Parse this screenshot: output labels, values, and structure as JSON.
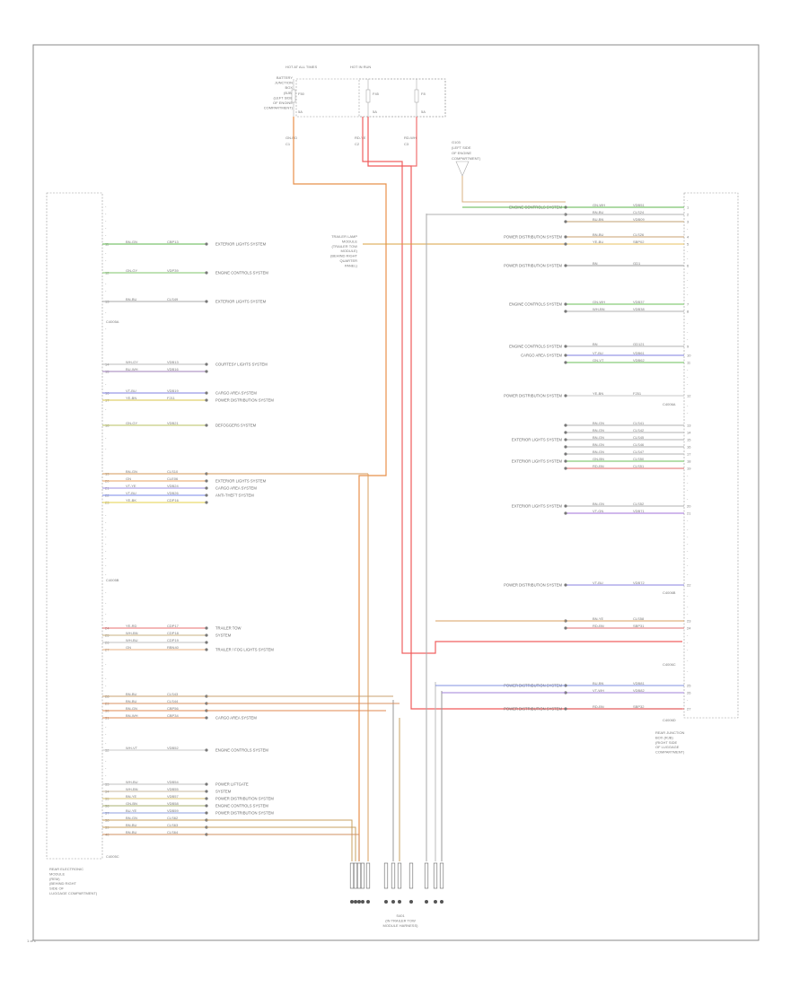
{
  "diagram": {
    "footer_code": "1 of 1",
    "fuse_box": {
      "header_left": "HOT AT ALL TIMES",
      "header_right": "HOT IN RUN",
      "left_labels": [
        "BATTERY",
        "JUNCTION",
        "BOX",
        "(BJB)",
        "(LEFT SIDE",
        "OF ENGINE",
        "COMPARTMENT)"
      ],
      "fuses": [
        {
          "line1": "F50",
          "line2": "5A"
        },
        {
          "line1": "F45",
          "line2": "5A"
        },
        {
          "line1": "F8",
          "line2": "5A"
        }
      ]
    },
    "wire_codes": [
      {
        "line1": "GN-RD",
        "line2": "C1"
      },
      {
        "line1": "RD-YE",
        "line2": "C2"
      },
      {
        "line1": "RD-WH",
        "line2": "C3"
      }
    ],
    "ground_ref": {
      "line1": "G103",
      "line2": "(LEFT SIDE",
      "line3": "OF ENGINE",
      "line4": "COMPARTMENT)"
    },
    "left_module": {
      "name_lines": [
        "REAR ELECTRONIC",
        "MODULE",
        "(REM)",
        "(BEHIND RIGHT",
        "SIDE OF",
        "LUGGAGE COMPARTMENT)"
      ],
      "connectors": [
        "C4005A",
        "C4005B",
        "C4005C"
      ],
      "rows": [
        {
          "pin": "11",
          "wire": "BN-GN",
          "circuit": "CBP13",
          "color": "#5db44b",
          "label": "EXTERIOR LIGHTS SYSTEM"
        },
        {
          "pin": "12",
          "wire": "GN-GY",
          "circuit": "VDP39",
          "color": "#7fc46a",
          "label": "ENGINE CONTROLS SYSTEM"
        },
        {
          "pin": "13",
          "wire": "BN-BU",
          "circuit": "CLS49",
          "color": "#aaaaaa",
          "label": "EXTERIOR LIGHTS SYSTEM"
        },
        {
          "pin": "14",
          "wire": "WH-GY",
          "circuit": "VDB13",
          "color": "#bbbbbb",
          "label": "COURTESY LIGHTS SYSTEM"
        },
        {
          "pin": "15",
          "wire": "BU-WH",
          "circuit": "VDB16",
          "color": "#9f7fb8",
          "label": ""
        },
        {
          "pin": "16",
          "wire": "VT-BU",
          "circuit": "VDB19",
          "color": "#7f7fe0",
          "label": "CARGO AREA SYSTEM"
        },
        {
          "pin": "17",
          "wire": "YE-BN",
          "circuit": "F211",
          "color": "#d8c44a",
          "label": "POWER DISTRIBUTION SYSTEM"
        },
        {
          "pin": "18",
          "wire": "GN-GY",
          "circuit": "VDB21",
          "color": "#b8c060",
          "label": "DEFOGGERS SYSTEM"
        },
        {
          "pin": "19",
          "wire": "BN-GN",
          "circuit": "CLS10",
          "color": "#d49a5a",
          "label": ""
        },
        {
          "pin": "20",
          "wire": "GN",
          "circuit": "CLE06",
          "color": "#e8a060",
          "label": "EXTERIOR LIGHTS SYSTEM"
        },
        {
          "pin": "21",
          "wire": "VT-YE",
          "circuit": "VDB24",
          "color": "#9c8fe0",
          "label": "CARGO AREA SYSTEM"
        },
        {
          "pin": "22",
          "wire": "VT-BU",
          "circuit": "VDB26",
          "color": "#7a8ae8",
          "label": "ANTI-THEFT SYSTEM"
        },
        {
          "pin": "23",
          "wire": "YE-BK",
          "circuit": "CDP16",
          "color": "#e6d24a",
          "label": ""
        },
        {
          "pin": "24",
          "wire": "YE-RD",
          "circuit": "CDP17",
          "color": "#e87070",
          "label": "TRAILER TOW"
        },
        {
          "pin": "25",
          "wire": "WH-BN",
          "circuit": "CDP18",
          "color": "#c8b080",
          "label": "SYSTEM"
        },
        {
          "pin": "26",
          "wire": "WH-BU",
          "circuit": "CDP19",
          "color": "#c0c0c0",
          "label": ""
        },
        {
          "pin": "27",
          "wire": "GN",
          "circuit": "RBN40",
          "color": "#e8b080",
          "label": "TRAILER / FOG LIGHTS SYSTEM"
        },
        {
          "pin": "28",
          "wire": "BN-BU",
          "circuit": "CLS43",
          "color": "#c8a070",
          "label": ""
        },
        {
          "pin": "29",
          "wire": "BN-BU",
          "circuit": "CLS44",
          "color": "#d89060",
          "label": ""
        },
        {
          "pin": "30",
          "wire": "BN-GN",
          "circuit": "CBP56",
          "color": "#e08a50",
          "label": ""
        },
        {
          "pin": "31",
          "wire": "BN-WH",
          "circuit": "CBP34",
          "color": "#e08a50",
          "label": "CARGO AREA SYSTEM"
        },
        {
          "pin": "32",
          "wire": "WH-VT",
          "circuit": "VDB52",
          "color": "#c8c8c8",
          "label": "ENGINE CONTROLS SYSTEM"
        },
        {
          "pin": "33",
          "wire": "WH-BU",
          "circuit": "VDB54",
          "color": "#c0c0c0",
          "label": "POWER LIFTGATE"
        },
        {
          "pin": "34",
          "wire": "WH-BN",
          "circuit": "VDB55",
          "color": "#c8b8a0",
          "label": "SYSTEM"
        },
        {
          "pin": "35",
          "wire": "BN-YE",
          "circuit": "VDB57",
          "color": "#d8c070",
          "label": "POWER DISTRIBUTION SYSTEM"
        },
        {
          "pin": "36",
          "wire": "GN-BN",
          "circuit": "VDB58",
          "color": "#a8b070",
          "label": "ENGINE CONTROLS SYSTEM"
        },
        {
          "pin": "37",
          "wire": "BU-YE",
          "circuit": "VDB59",
          "color": "#8f9fe0",
          "label": "POWER DISTRIBUTION SYSTEM"
        },
        {
          "pin": "38",
          "wire": "BN-GN",
          "circuit": "CLS62",
          "color": "#c8a060",
          "label": ""
        },
        {
          "pin": "39",
          "wire": "BN-BU",
          "circuit": "CLS63",
          "color": "#c8a060",
          "label": ""
        },
        {
          "pin": "40",
          "wire": "BN-BU",
          "circuit": "CLS64",
          "color": "#d09060",
          "label": ""
        }
      ]
    },
    "right_module": {
      "name_lines": [
        "REAR JUNCTION",
        "BOX (RJB)",
        "(RIGHT SIDE",
        "OF LUGGAGE",
        "COMPARTMENT)"
      ],
      "connectors": [
        "C4006A",
        "C4006B",
        "C4006C",
        "C4006D"
      ],
      "mid_label": [
        "TRAILER LAMP",
        "MODULE",
        "(TRAILER TOW",
        "MODULE)",
        "(BEHIND RIGHT",
        "QUARTER",
        "PANEL)"
      ],
      "rows": [
        {
          "pin": "1",
          "wire": "GN-WH",
          "circuit": "VDB51",
          "color": "#5db44b",
          "label": "ENGINE CONTROLS SYSTEM"
        },
        {
          "pin": "2",
          "wire": "BN-BU",
          "circuit": "CLS24",
          "color": "#b0b0b0",
          "label": ""
        },
        {
          "pin": "3",
          "wire": "BU-BN",
          "circuit": "VDB09",
          "color": "#c0a070",
          "label": ""
        },
        {
          "pin": "4",
          "wire": "BN-BU",
          "circuit": "CLS26",
          "color": "#c8a070",
          "label": "POWER DISTRIBUTION SYSTEM"
        },
        {
          "pin": "5",
          "wire": "YE-BU",
          "circuit": "SBP02",
          "color": "#e8c060",
          "label": ""
        },
        {
          "pin": "6",
          "wire": "BN",
          "circuit": "GD1",
          "color": "#9a9a9a",
          "label": "POWER DISTRIBUTION SYSTEM"
        },
        {
          "pin": "7",
          "wire": "GN-WH",
          "circuit": "VDB37",
          "color": "#6bbf5a",
          "label": "ENGINE CONTROLS SYSTEM"
        },
        {
          "pin": "8",
          "wire": "WH-BN",
          "circuit": "VDB38",
          "color": "#b0b0b0",
          "label": ""
        },
        {
          "pin": "9",
          "wire": "BN",
          "circuit": "GD121",
          "color": "#b0b0b0",
          "label": "ENGINE CONTROLS SYSTEM"
        },
        {
          "pin": "10",
          "wire": "VT-BU",
          "circuit": "VDB61",
          "color": "#7f7fe0",
          "label": "CARGO AREA SYSTEM"
        },
        {
          "pin": "11",
          "wire": "GN-VT",
          "circuit": "VDB62",
          "color": "#6bbf5a",
          "label": ""
        },
        {
          "pin": "12",
          "wire": "YE-BN",
          "circuit": "F251",
          "color": "#c8c8c8",
          "label": "POWER DISTRIBUTION SYSTEM"
        },
        {
          "pin": "13",
          "wire": "BN-GN",
          "circuit": "CLS41",
          "color": "#b0b0b0",
          "label": ""
        },
        {
          "pin": "14",
          "wire": "BN-GN",
          "circuit": "CLS42",
          "color": "#b0b0b0",
          "label": ""
        },
        {
          "pin": "15",
          "wire": "BN-GN",
          "circuit": "CLS45",
          "color": "#b0b0b0",
          "label": "EXTERIOR LIGHTS SYSTEM"
        },
        {
          "pin": "16",
          "wire": "BN-GN",
          "circuit": "CLS46",
          "color": "#b0b0b0",
          "label": ""
        },
        {
          "pin": "17",
          "wire": "BN-GN",
          "circuit": "CLS47",
          "color": "#b0b0b0",
          "label": ""
        },
        {
          "pin": "18",
          "wire": "GN-BN",
          "circuit": "CLS50",
          "color": "#6bbf5a",
          "label": "EXTERIOR LIGHTS SYSTEM"
        },
        {
          "pin": "19",
          "wire": "RD-BN",
          "circuit": "CLS51",
          "color": "#e06a6a",
          "label": ""
        },
        {
          "pin": "20",
          "wire": "BN-GN",
          "circuit": "CLS52",
          "color": "#b0b0b0",
          "label": "EXTERIOR LIGHTS SYSTEM"
        },
        {
          "pin": "21",
          "wire": "VT-GN",
          "circuit": "VDB71",
          "color": "#a070d8",
          "label": ""
        },
        {
          "pin": "22",
          "wire": "VT-BU",
          "circuit": "VDB72",
          "color": "#8a80e0",
          "label": "POWER DISTRIBUTION SYSTEM"
        },
        {
          "pin": "23",
          "wire": "BN-YE",
          "circuit": "CLS58",
          "color": "#d8a060",
          "label": ""
        },
        {
          "pin": "24",
          "wire": "RD-BN",
          "circuit": "SBP31",
          "color": "#e07070",
          "label": ""
        },
        {
          "pin": "25",
          "wire": "BU-BN",
          "circuit": "VDB81",
          "color": "#8090e0",
          "label": "POWER DISTRIBUTION SYSTEM"
        },
        {
          "pin": "26",
          "wire": "VT-WH",
          "circuit": "VDB82",
          "color": "#a080d8",
          "label": ""
        },
        {
          "pin": "27",
          "wire": "RD-BN",
          "circuit": "SBP32",
          "color": "#e06060",
          "label": "POWER DISTRIBUTION SYSTEM"
        }
      ]
    },
    "bottom_splice": {
      "lines": [
        "S401",
        "(IN TRAILER TOW",
        "MODULE HARNESS)"
      ]
    }
  }
}
